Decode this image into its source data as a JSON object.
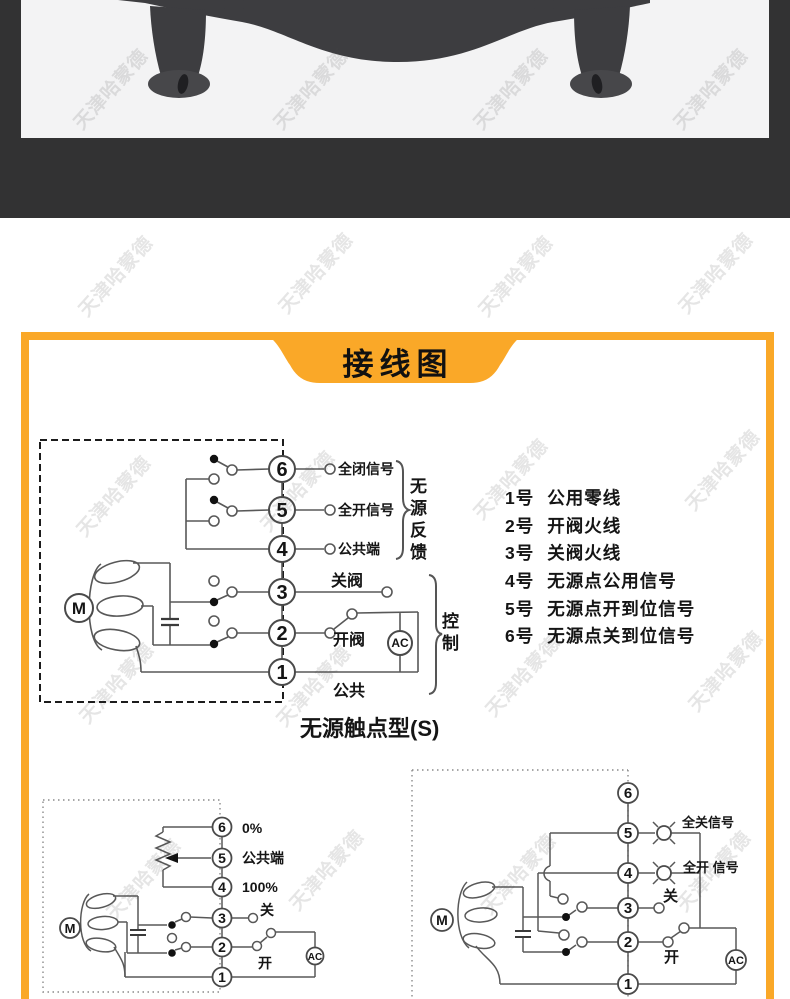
{
  "watermark": {
    "text": "天津哈蒙德"
  },
  "card": {
    "title": "接线图",
    "accent_color": "#FAA828"
  },
  "diagram1": {
    "caption": "无源触点型(S)",
    "terminals": [
      "6",
      "5",
      "4",
      "3",
      "2",
      "1"
    ],
    "motor_label": "M",
    "ac_label": "AC",
    "labels": {
      "t6": "全闭信号",
      "t5": "全开信号",
      "t4": "公共端",
      "t3": "关阀",
      "t2": "开阀",
      "t1": "公共",
      "feedback_group": "无源反馈",
      "control_group": "控制"
    }
  },
  "legend": {
    "items": [
      {
        "num": "1号",
        "text": "公用零线"
      },
      {
        "num": "2号",
        "text": "开阀火线"
      },
      {
        "num": "3号",
        "text": "关阀火线"
      },
      {
        "num": "4号",
        "text": "无源点公用信号"
      },
      {
        "num": "5号",
        "text": "无源点开到位信号"
      },
      {
        "num": "6号",
        "text": "无源点关到位信号"
      }
    ]
  },
  "diagram2": {
    "terminals": [
      "6",
      "5",
      "4",
      "3",
      "2",
      "1"
    ],
    "motor_label": "M",
    "ac_label": "AC",
    "labels": {
      "t6": "0%",
      "t5": "公共端",
      "t4": "100%",
      "t3": "关",
      "t2": "开"
    }
  },
  "diagram3": {
    "terminals": [
      "6",
      "5",
      "4",
      "3",
      "2",
      "1"
    ],
    "motor_label": "M",
    "ac_label": "AC",
    "labels": {
      "t5": "全关信号",
      "t4": "全开 信号",
      "t3": "关",
      "t2": "开"
    }
  }
}
